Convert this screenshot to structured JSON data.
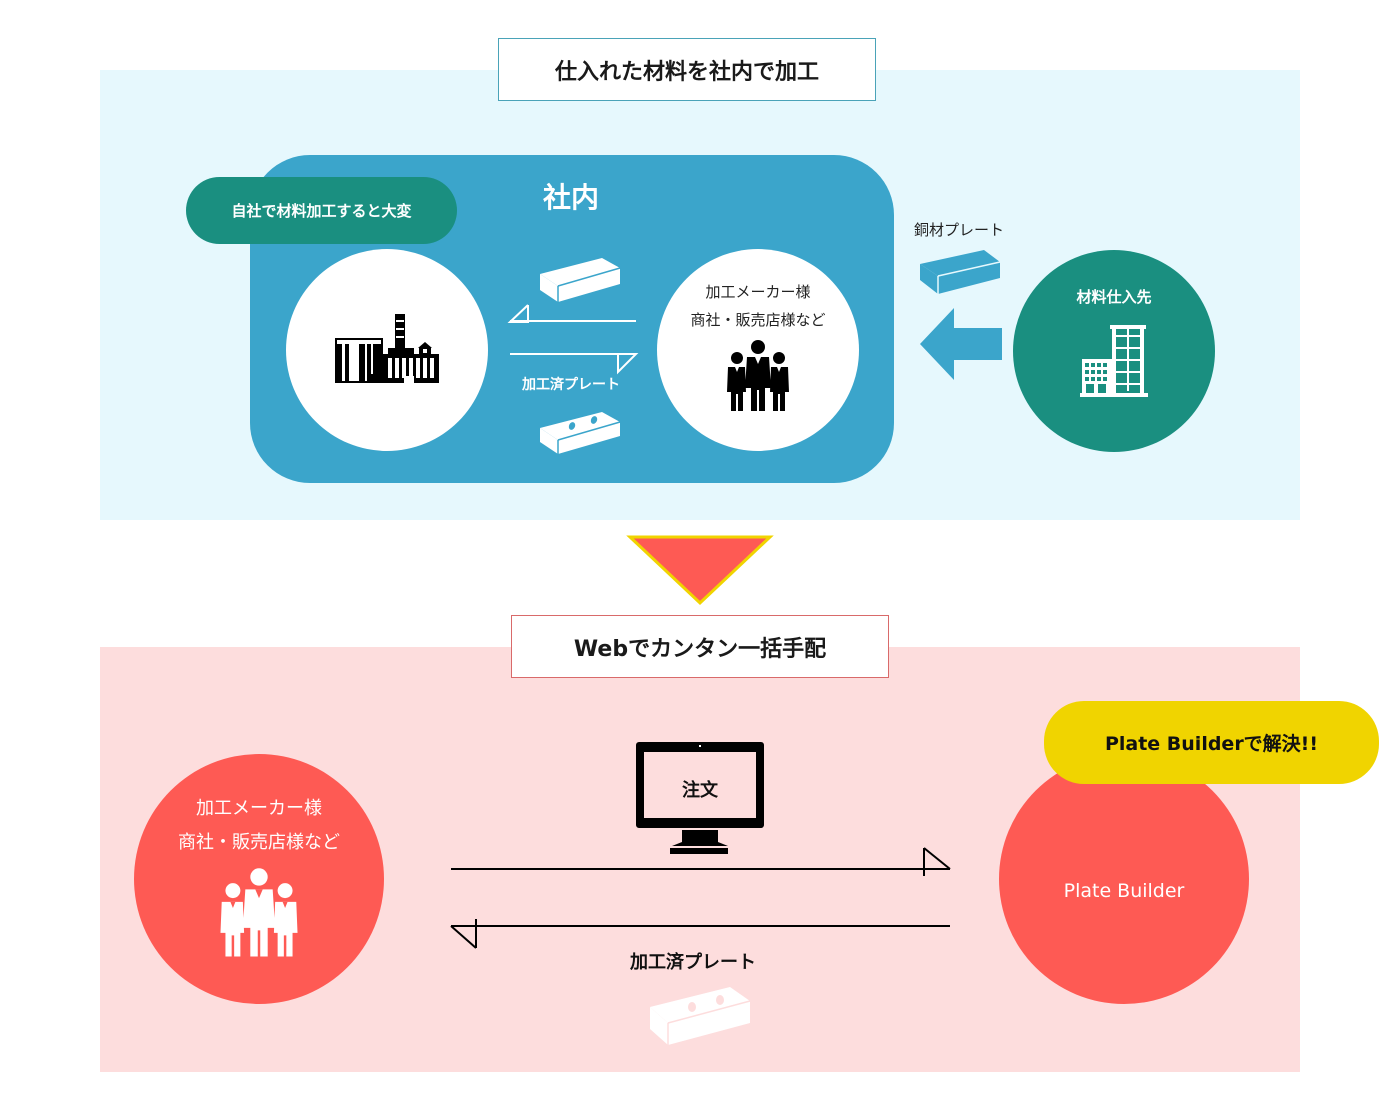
{
  "top_section": {
    "title": "仕入れた材料を社内で加工",
    "company_label": "社内",
    "difficulty_badge": "自社で材料加工すると大変",
    "maker_lines": [
      "加工メーカー様",
      "商社・販売店様など"
    ],
    "processed_plate_label": "加工済プレート",
    "copper_plate_label": "銅材プレート",
    "supplier_label": "材料仕入先"
  },
  "bottom_section": {
    "title": "Webでカンタン一括手配",
    "maker_lines": [
      "加工メーカー様",
      "商社・販売店様など"
    ],
    "order_label": "注文",
    "processed_plate_label": "加工済プレート",
    "plate_builder_label": "Plate Builder",
    "solution_badge": "Plate Builderで解決!!"
  },
  "colors": {
    "top_bg": "#e6f8fd",
    "company_blue": "#3ba5cb",
    "teal": "#1a8f80",
    "bottom_bg": "#fddddd",
    "coral": "#fe5a54",
    "yellow": "#f0d400",
    "arrow_down_fill": "#fe5a54",
    "arrow_down_border": "#f0d400"
  }
}
